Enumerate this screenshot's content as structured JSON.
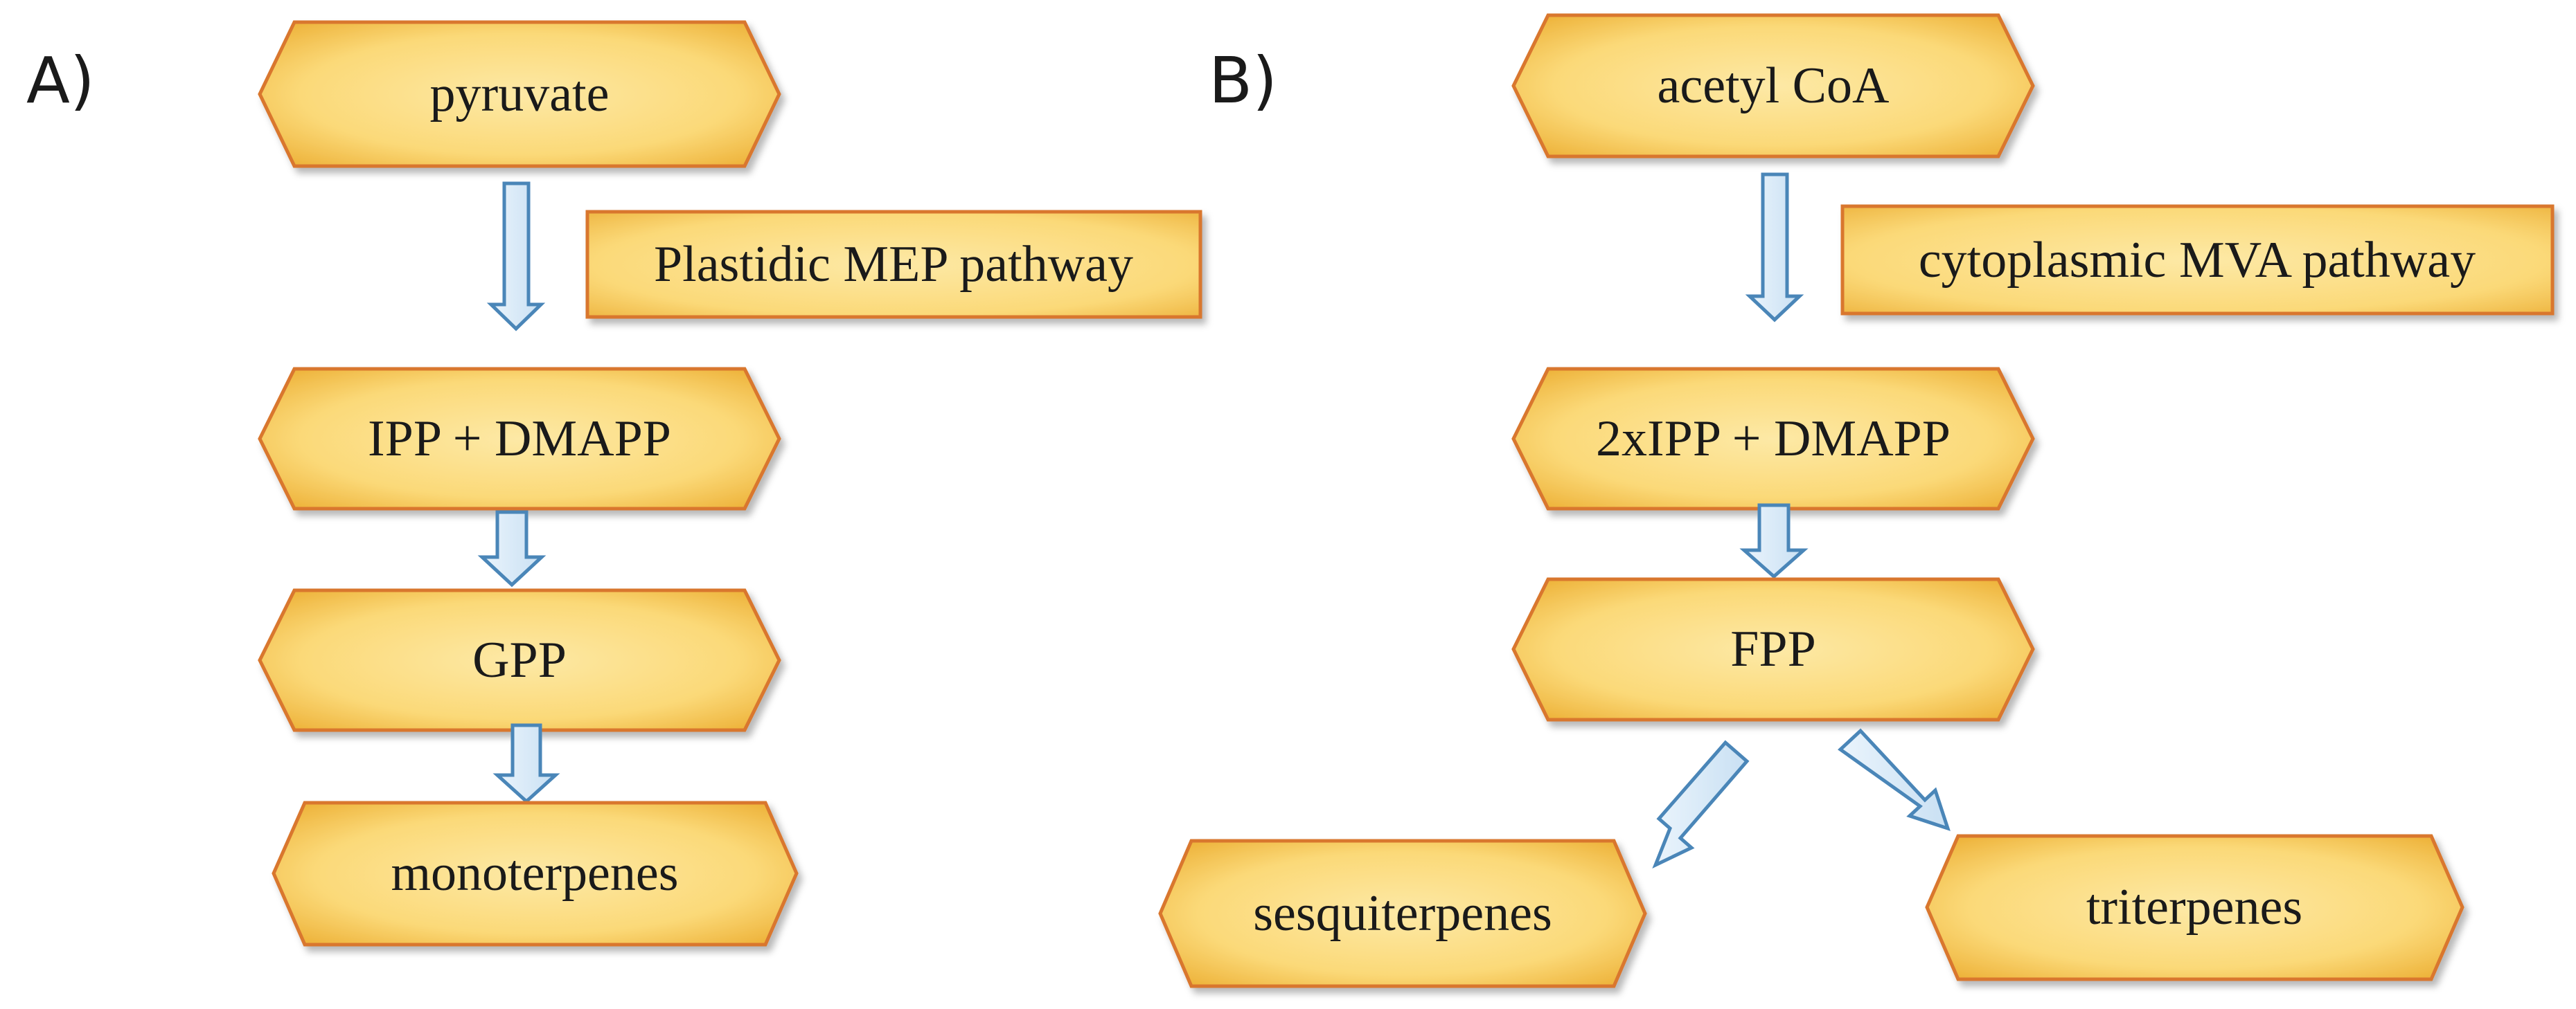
{
  "panels": {
    "a": {
      "label": "A)",
      "nodes": {
        "n1": "pyruvate",
        "n2": "IPP + DMAPP",
        "n3": "GPP",
        "n4": "monoterpenes"
      },
      "pathway": "Plastidic MEP pathway"
    },
    "b": {
      "label": "B)",
      "nodes": {
        "n1": "acetyl CoA",
        "n2": "2xIPP + DMAPP",
        "n3": "FPP",
        "n4": "sesquiterpenes",
        "n5": "triterpenes"
      },
      "pathway": "cytoplasmic MVA pathway"
    }
  },
  "colors": {
    "box_fill_light": "#fde9a6",
    "box_fill_dark": "#f7c94f",
    "box_border": "#d9772f",
    "arrow_fill": "#d6e8f7",
    "arrow_border": "#4a86b8"
  }
}
